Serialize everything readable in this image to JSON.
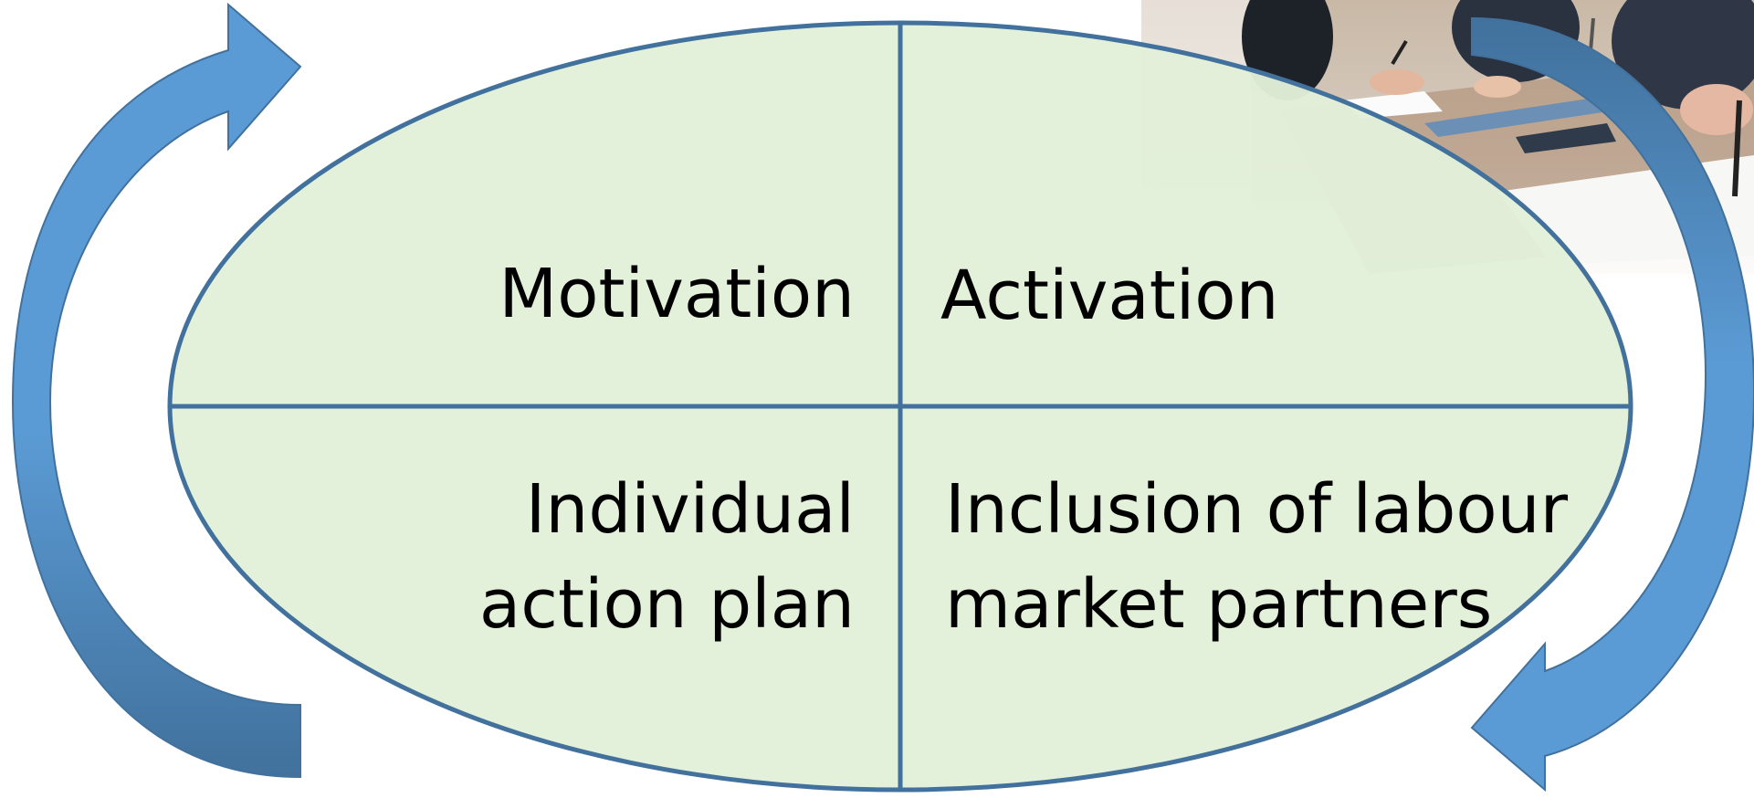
{
  "diagram": {
    "quadrants": {
      "top_left": "Motivation",
      "top_right": "Activation",
      "bottom_left_line1": "Individual",
      "bottom_left_line2": "action plan",
      "bottom_right_line1": "Inclusion of labour",
      "bottom_right_line2": "market partners"
    },
    "colors": {
      "ellipse_fill": "#e2efd9",
      "ellipse_stroke": "#41719c",
      "arrow_light": "#5b9bd5",
      "arrow_dark": "#41719c",
      "text": "#000000"
    },
    "icons": {
      "left_arrow": "curved-cycle-arrow-up",
      "right_arrow": "curved-cycle-arrow-down",
      "photo": "business-meeting-photo"
    }
  }
}
